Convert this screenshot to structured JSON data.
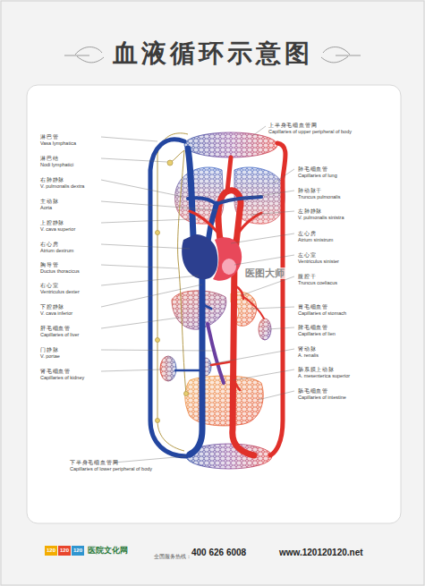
{
  "diagram": {
    "title": "血液循环示意图",
    "labels": [
      "淋巴管",
      "Vasa lymphatica",
      "淋巴结",
      "Nodi lymphatici",
      "右肺静脉",
      "V. pulmonalis dextra",
      "主动脉",
      "Aorta",
      "上腔静脉",
      "V. cava superior",
      "右心房",
      "Atrium dextrum",
      "胸导管",
      "Ductus thoracicus",
      "右心室",
      "Ventriculus dexter",
      "下腔静脉",
      "V. cava inferior",
      "肝毛细血管",
      "Capillaries of liver",
      "门静脉",
      "V. portae",
      "肾毛细血管",
      "Capillaries of kidney",
      "上半身毛细血管网",
      "Capillaries of upper peripheral of body",
      "肺毛细血管",
      "Capillaries of lung",
      "肺动脉干",
      "Truncus pulmonalis",
      "左肺静脉",
      "V. pulmonalis sinistra",
      "左心房",
      "Atrium sinistrum",
      "左心室",
      "Ventriculus sinister",
      "腹腔干",
      "Truncus coeliacus",
      "胃毛细血管",
      "Capillaries of stomach",
      "脾毛细血管",
      "Capillaries of lien",
      "肾动脉",
      "A. renalis",
      "肠系膜上动脉",
      "A. mesenterica superior",
      "肠毛细血管",
      "Capillaries of intestine",
      "下半身毛细血管网",
      "Capillaries of lower peripheral of body",
      "医图大师",
      "120",
      "120",
      "120",
      "医院文化网",
      "全国服务热线：",
      "400 626 6008",
      "www.120120120.net"
    ]
  }
}
